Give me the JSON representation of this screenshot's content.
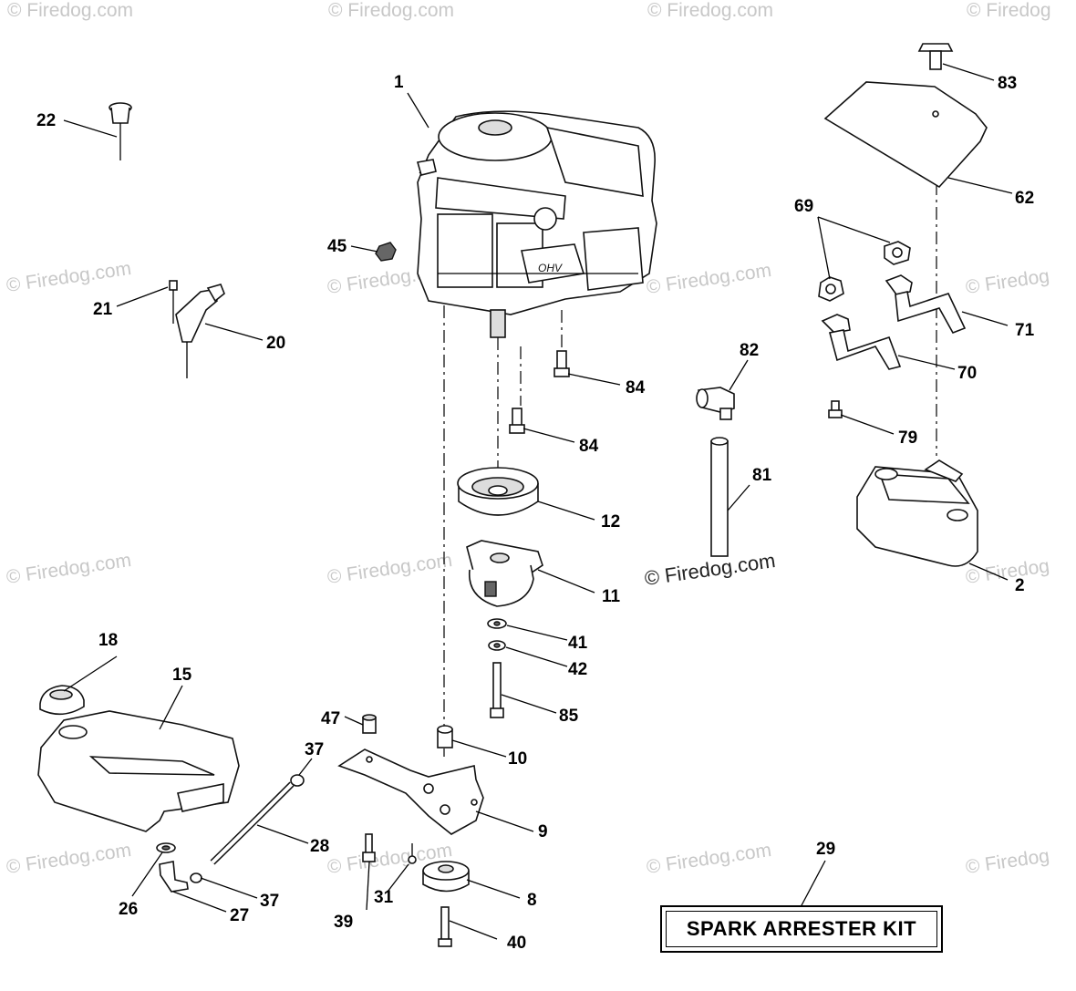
{
  "watermark": {
    "text": "© Firedog.com",
    "text_short": "© Firedog"
  },
  "callouts": {
    "p1": "1",
    "p2": "2",
    "p8": "8",
    "p9": "9",
    "p10": "10",
    "p11": "11",
    "p12": "12",
    "p15": "15",
    "p18": "18",
    "p20": "20",
    "p21": "21",
    "p22": "22",
    "p26": "26",
    "p27": "27",
    "p28": "28",
    "p29": "29",
    "p31": "31",
    "p37a": "37",
    "p37b": "37",
    "p39": "39",
    "p40": "40",
    "p41": "41",
    "p42": "42",
    "p45": "45",
    "p47": "47",
    "p62": "62",
    "p69": "69",
    "p70": "70",
    "p71": "71",
    "p79": "79",
    "p81": "81",
    "p82": "82",
    "p83": "83",
    "p84a": "84",
    "p84b": "84",
    "p85": "85"
  },
  "engine_badge": "OHV",
  "kit_label": "SPARK ARRESTER KIT"
}
